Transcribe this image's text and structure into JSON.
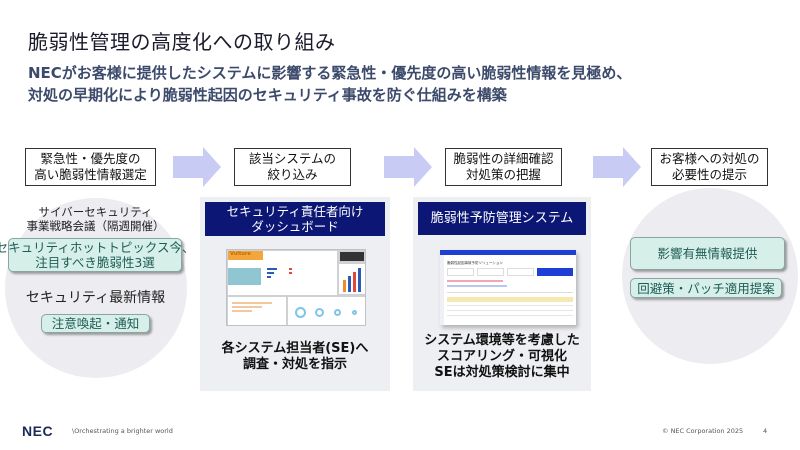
{
  "slide": {
    "title": "脆弱性管理の高度化への取り組み",
    "subtitle_line1": "NECがお客様に提供したシステムに影響する緊急性・優先度の高い脆弱性情報を見極め、",
    "subtitle_line2": "対処の早期化により脆弱性起因のセキュリティ事故を防ぐ仕組みを構築"
  },
  "steps": [
    {
      "label_line1": "緊急性・優先度の",
      "label_line2": "高い脆弱性情報選定"
    },
    {
      "label_line1": "該当システムの",
      "label_line2": "絞り込み"
    },
    {
      "label_line1": "脆弱性の詳細確認",
      "label_line2": "対処策の把握"
    },
    {
      "label_line1": "お客様への対処の",
      "label_line2": "必要性の提示"
    }
  ],
  "left_circle": {
    "meeting_line1": "サイバーセキュリティ",
    "meeting_line2": "事業戦略会議（隔週開催）",
    "hot_topics_line1": "セキュリティホットトピックス今、",
    "hot_topics_line2": "注目すべき脆弱性3選",
    "latest_info": "セキュリティ最新情報",
    "alert": "注意喚起・通知"
  },
  "panel_dashboard": {
    "header_line1": "セキュリティ責任者向け",
    "header_line2": "ダッシュボード",
    "thumbnail_brand": "Vulture",
    "text_line1": "各システム担当者(SE)へ",
    "text_line2": "調査・対処を指示"
  },
  "panel_system": {
    "header": "脆弱性予防管理システム",
    "thumbnail_title": "脆弱性起因事故予防ソリューション",
    "text_line1": "システム環境等を考慮した",
    "text_line2": "スコアリング・可視化",
    "text_line3": "SEは対処策検討に集中"
  },
  "right_circle": {
    "impact_info": "影響有無情報提供",
    "patch_proposal": "回避策・パッチ適用提案"
  },
  "footer": {
    "logo": "NEC",
    "tagline": "\\Orchestrating a brighter world",
    "copyright": "© NEC Corporation 2025",
    "page_number": "4"
  },
  "colors": {
    "navy": "#0c1775",
    "arrow": "#c8ccf4",
    "teal_box": "#d6efe9",
    "teal_text": "#1d5c55",
    "circle": "#ececf1",
    "panel": "#eeeff3",
    "subtitle": "#3c4a6b"
  }
}
